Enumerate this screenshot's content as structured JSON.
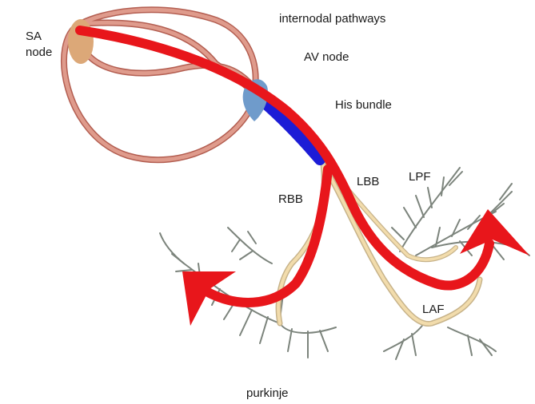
{
  "labels": {
    "sa_node_line1": "SA",
    "sa_node_line2": "node",
    "internodal": "internodal pathways",
    "av_node": "AV node",
    "his_bundle": "His bundle",
    "lbb": "LBB",
    "lpf": "LPF",
    "rbb": "RBB",
    "laf": "LAF",
    "purkinje": "purkinje"
  },
  "colors": {
    "conduction_arrow": "#e8161b",
    "internodal_pathways": "#d9877a",
    "sa_node": "#dca878",
    "av_node": "#6f9bcb",
    "his_bundle": "#1c1cd6",
    "bundle_branches": "#f2dcac",
    "purkinje_fibers": "#7c847c"
  }
}
